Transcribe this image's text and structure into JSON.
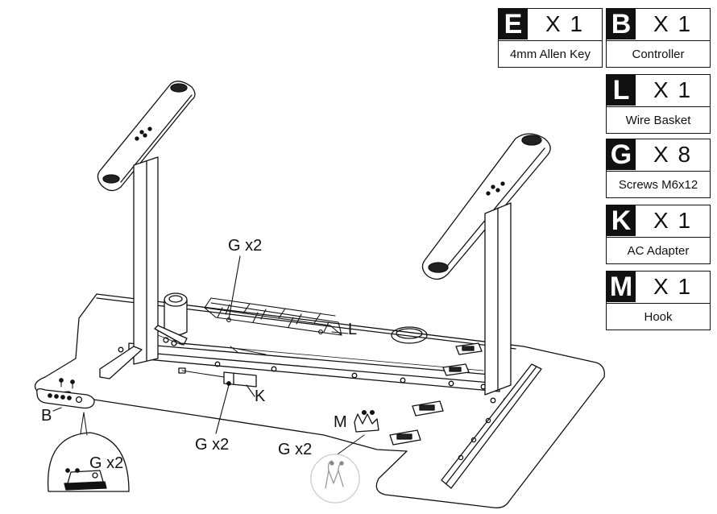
{
  "legend": [
    {
      "letter": "E",
      "qty": "X 1",
      "name": "4mm Allen Key"
    },
    {
      "letter": "B",
      "qty": "X 1",
      "name": "Controller"
    },
    {
      "letter": "L",
      "qty": "X 1",
      "name": "Wire Basket"
    },
    {
      "letter": "G",
      "qty": "X 8",
      "name": "Screws M6x12"
    },
    {
      "letter": "K",
      "qty": "X 1",
      "name": "AC Adapter"
    },
    {
      "letter": "M",
      "qty": "X 1",
      "name": "Hook"
    }
  ],
  "callouts": {
    "basket_screws": "G x2",
    "basket": "L",
    "adapter": "K",
    "adapter_screws": "G x2",
    "controller": "B",
    "controller_screws": "G x2",
    "hook": "M",
    "hook_screws": "G x2"
  }
}
